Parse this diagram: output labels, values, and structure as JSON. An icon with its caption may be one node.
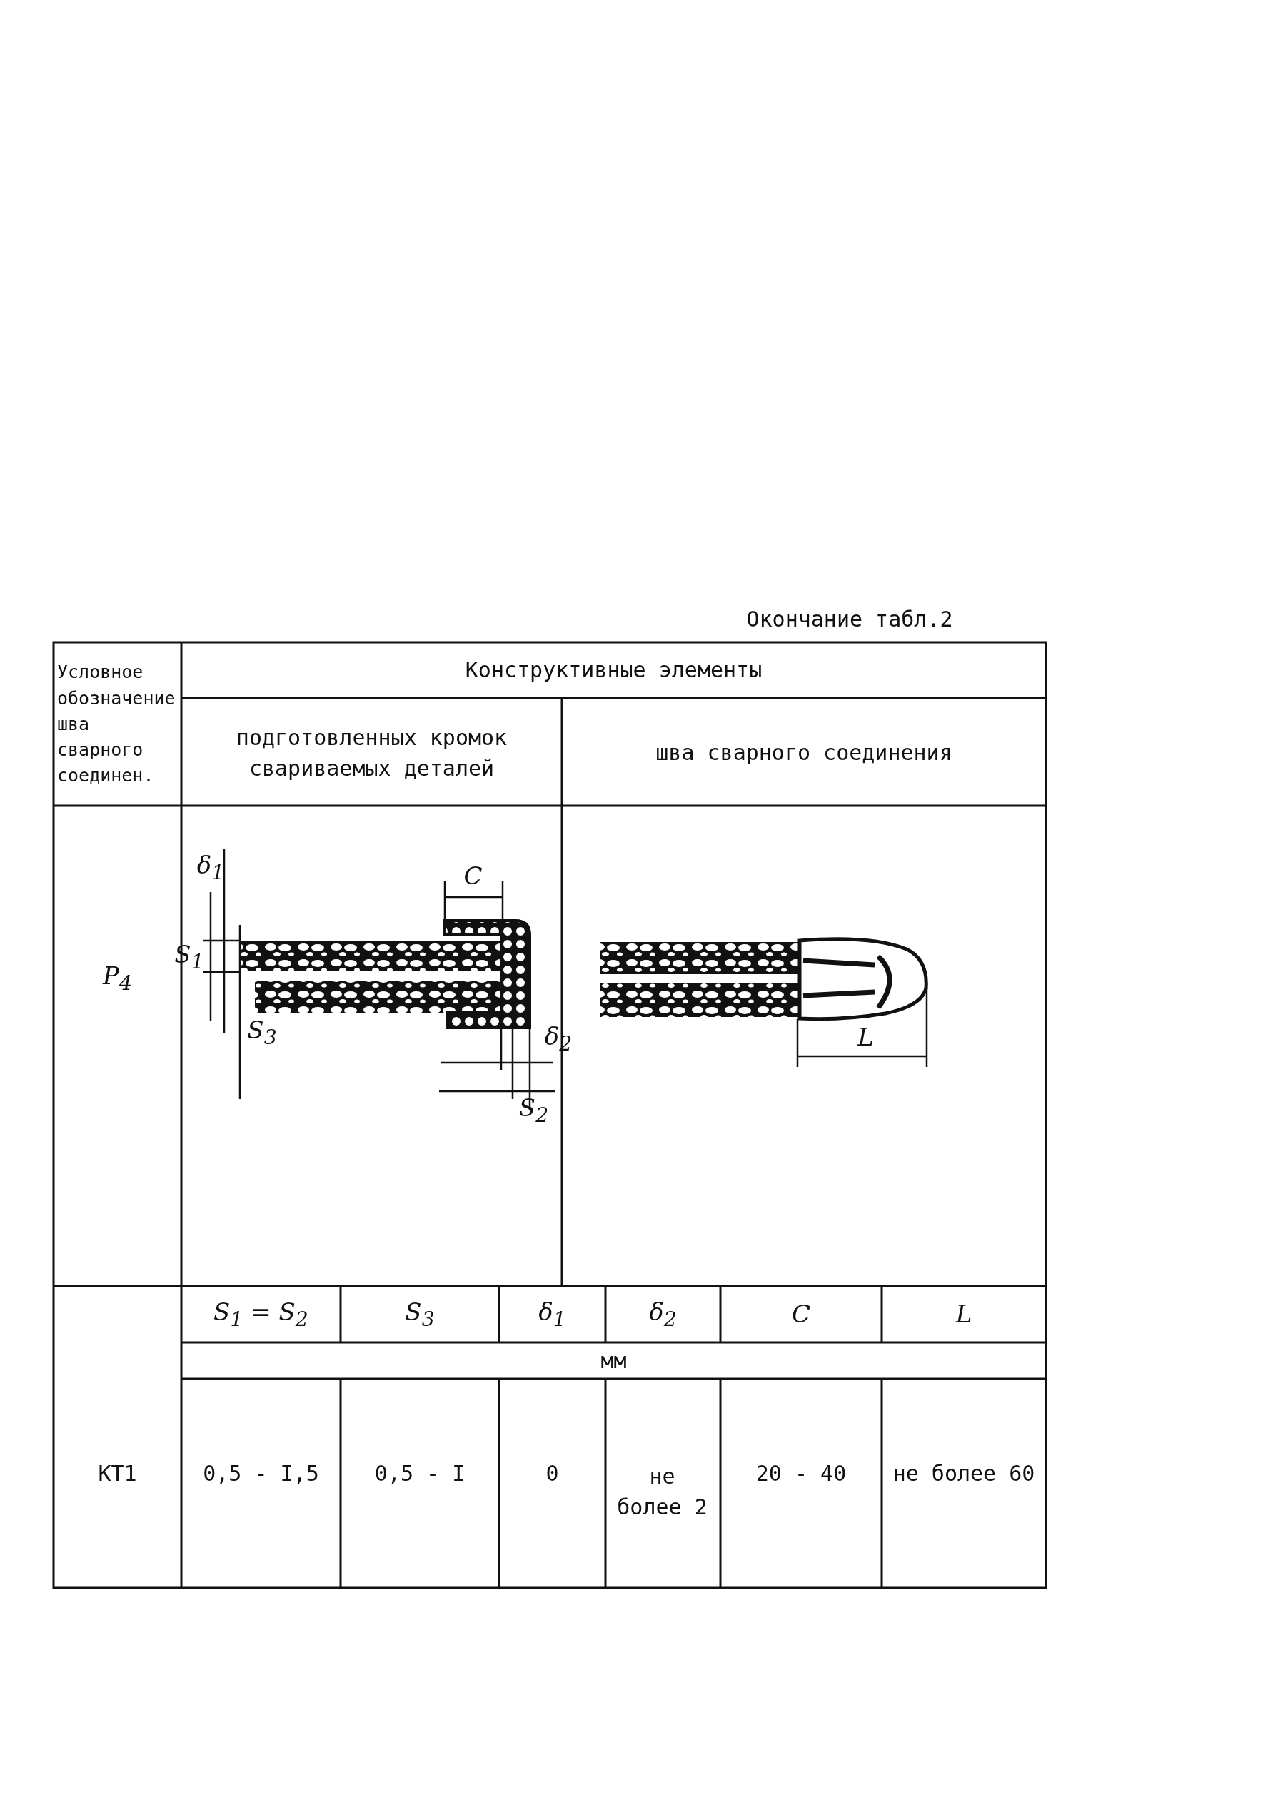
{
  "diagram": {
    "labels": [
      "Окончание табл.2",
      "Условное обозначение шва сварного соединен.",
      "Конструктивные элементы",
      "подготовленных кромок свариваемых деталей",
      "шва сварного соединения",
      "Р$_{4}$",
      "δ$_{1}$",
      "C",
      "S$_{1}$",
      "S$_{3}$",
      "δ$_{2}$",
      "S$_{2}$",
      "L",
      "S$_{1}$ = S$_{2}$",
      "S$_{3}$",
      "δ$_{1}$",
      "δ$_{2}$",
      "C",
      "L",
      "мм",
      "КТ1",
      "0,5 - I,5",
      "0,5 - I",
      "0",
      "не более 2",
      "20 - 40",
      "не более 60"
    ]
  }
}
